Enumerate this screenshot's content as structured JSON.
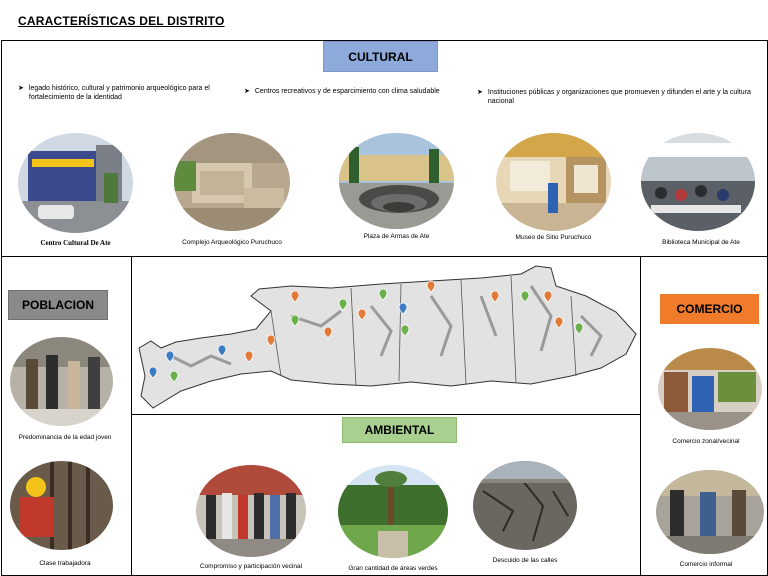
{
  "title": "CARACTERÍSTICAS DEL DISTRITO",
  "sections": {
    "cultural": {
      "label": "CULTURAL",
      "bullets": [
        "legado histórico, cultural y patrimonio arqueológico para el fortalecimiento de la identidad",
        "Centros recreativos y de esparcimiento con clima saludable",
        "Instituciones públicas y organizaciones que promueven y difunden el arte y la cultura nacional"
      ],
      "places": [
        "Centro Cultural De Ate",
        "Complejo Arqueológico Puruchuco",
        "Plaza de Armas de Ate",
        "Museo de Sitio Puruchuco",
        "Biblioteca Municipal de Ate"
      ]
    },
    "poblacion": {
      "label": "POBLACION",
      "items": [
        "Predominancia de la edad joven",
        "Clase trabajadora"
      ]
    },
    "comercio": {
      "label": "COMERCIO",
      "color": "#f07c2b",
      "items": [
        "Comercio zonal/vecinal",
        "Comercio informal"
      ]
    },
    "ambiental": {
      "label": "AMBIENTAL",
      "color": "#a9d08e",
      "items": [
        "Compromiso y participación vecinal",
        "Gran cantidad de áreas verdes",
        "Descuido de las calles"
      ]
    }
  },
  "colors": {
    "cultural_banner": "#8eaadb",
    "poblacion_banner": "#8a8a8a",
    "pin_orange": "#e07b39",
    "pin_green": "#6ab04c",
    "pin_blue": "#3c7dc4"
  },
  "icons": {
    "bullet": "arrow-right-icon",
    "map_marker": "map-pin-icon"
  }
}
